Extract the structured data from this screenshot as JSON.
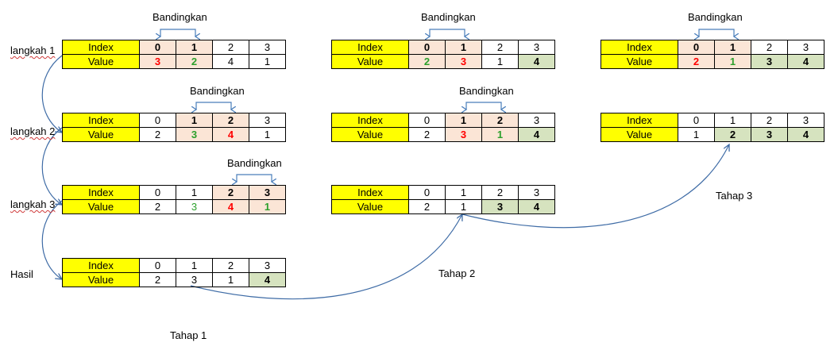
{
  "compare_label": "Bandingkan",
  "header_index": "Index",
  "header_value": "Value",
  "index_values": [
    "0",
    "1",
    "2",
    "3"
  ],
  "row_labels": {
    "step1": "langkah 1",
    "step2": "langkah 2",
    "step3": "langkah 3",
    "result": "Hasil"
  },
  "stage_labels": {
    "stage1": "Tahap 1",
    "stage2": "Tahap 2",
    "stage3": "Tahap 3"
  },
  "colors": {
    "header_fill": "#ffff00",
    "compare_fill": "#fbe5d6",
    "sorted_fill": "#d6e3bf",
    "compare_arrow": "#4a7ebb",
    "flow_arrow": "#3f6ca6",
    "swap_text": "#ff0000",
    "kept_text": "#2ca02c"
  },
  "tables": {
    "s1_l1": {
      "values": [
        "3",
        "2",
        "4",
        "1"
      ],
      "compare": [
        0,
        1
      ],
      "text_colors": [
        "red",
        "grn",
        "",
        ""
      ],
      "sorted": []
    },
    "s1_l2": {
      "values": [
        "2",
        "3",
        "4",
        "1"
      ],
      "compare": [
        1,
        2
      ],
      "text_colors": [
        "",
        "grn",
        "red",
        ""
      ],
      "sorted": []
    },
    "s1_l3": {
      "values": [
        "2",
        "3",
        "4",
        "1"
      ],
      "compare": [
        2,
        3
      ],
      "text_colors": [
        "",
        "grn",
        "red",
        "grn"
      ],
      "sorted": []
    },
    "s1_res": {
      "values": [
        "2",
        "3",
        "1",
        "4"
      ],
      "compare": [],
      "text_colors": [
        "",
        "",
        "",
        ""
      ],
      "sorted": [
        3
      ]
    },
    "s2_l1": {
      "values": [
        "2",
        "3",
        "1",
        "4"
      ],
      "compare": [
        0,
        1
      ],
      "text_colors": [
        "grn",
        "red",
        "",
        ""
      ],
      "sorted": [
        3
      ]
    },
    "s2_l2": {
      "values": [
        "2",
        "3",
        "1",
        "4"
      ],
      "compare": [
        1,
        2
      ],
      "text_colors": [
        "",
        "red",
        "grn",
        ""
      ],
      "sorted": [
        3
      ]
    },
    "s2_res": {
      "values": [
        "2",
        "1",
        "3",
        "4"
      ],
      "compare": [],
      "text_colors": [
        "",
        "",
        "",
        ""
      ],
      "sorted": [
        2,
        3
      ]
    },
    "s3_l1": {
      "values": [
        "2",
        "1",
        "3",
        "4"
      ],
      "compare": [
        0,
        1
      ],
      "text_colors": [
        "red",
        "grn",
        "",
        ""
      ],
      "sorted": [
        2,
        3
      ]
    },
    "s3_res": {
      "values": [
        "1",
        "2",
        "3",
        "4"
      ],
      "compare": [],
      "text_colors": [
        "",
        "",
        "",
        ""
      ],
      "sorted": [
        1,
        2,
        3
      ]
    }
  }
}
